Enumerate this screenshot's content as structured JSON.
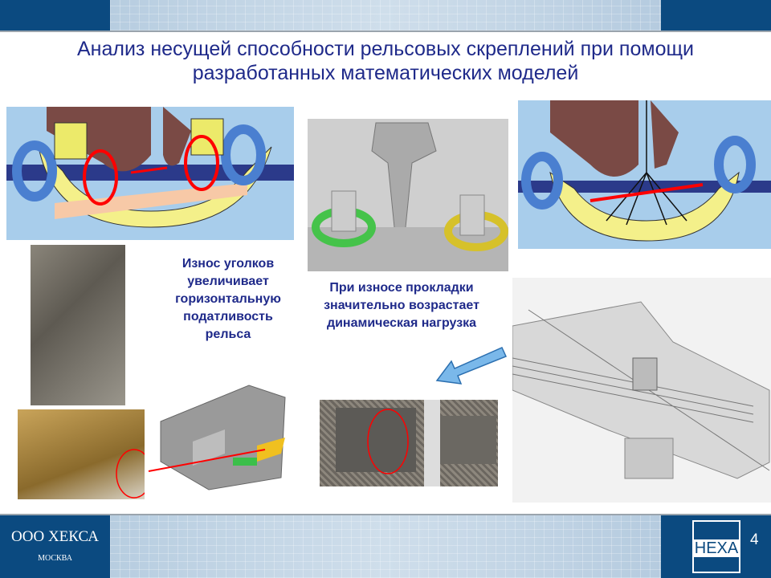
{
  "title": {
    "line1": "Анализ несущей способности рельсовых скреплений при помощи",
    "line2": "разработанных математических моделей"
  },
  "captions": {
    "wear_corners": [
      "Износ уголков",
      "увеличивает",
      "горизонтальную",
      "податливость",
      "рельса"
    ],
    "pad_wear": [
      "При износе прокладки",
      "значительно возрастает",
      "динамическая нагрузка"
    ]
  },
  "footer": {
    "company": "ООО ХЕКСА",
    "city": "МОСКВА",
    "logo": "HEXA",
    "page_number": "4"
  },
  "colors": {
    "brand": "#0b4a80",
    "title": "#1f2a8a"
  }
}
